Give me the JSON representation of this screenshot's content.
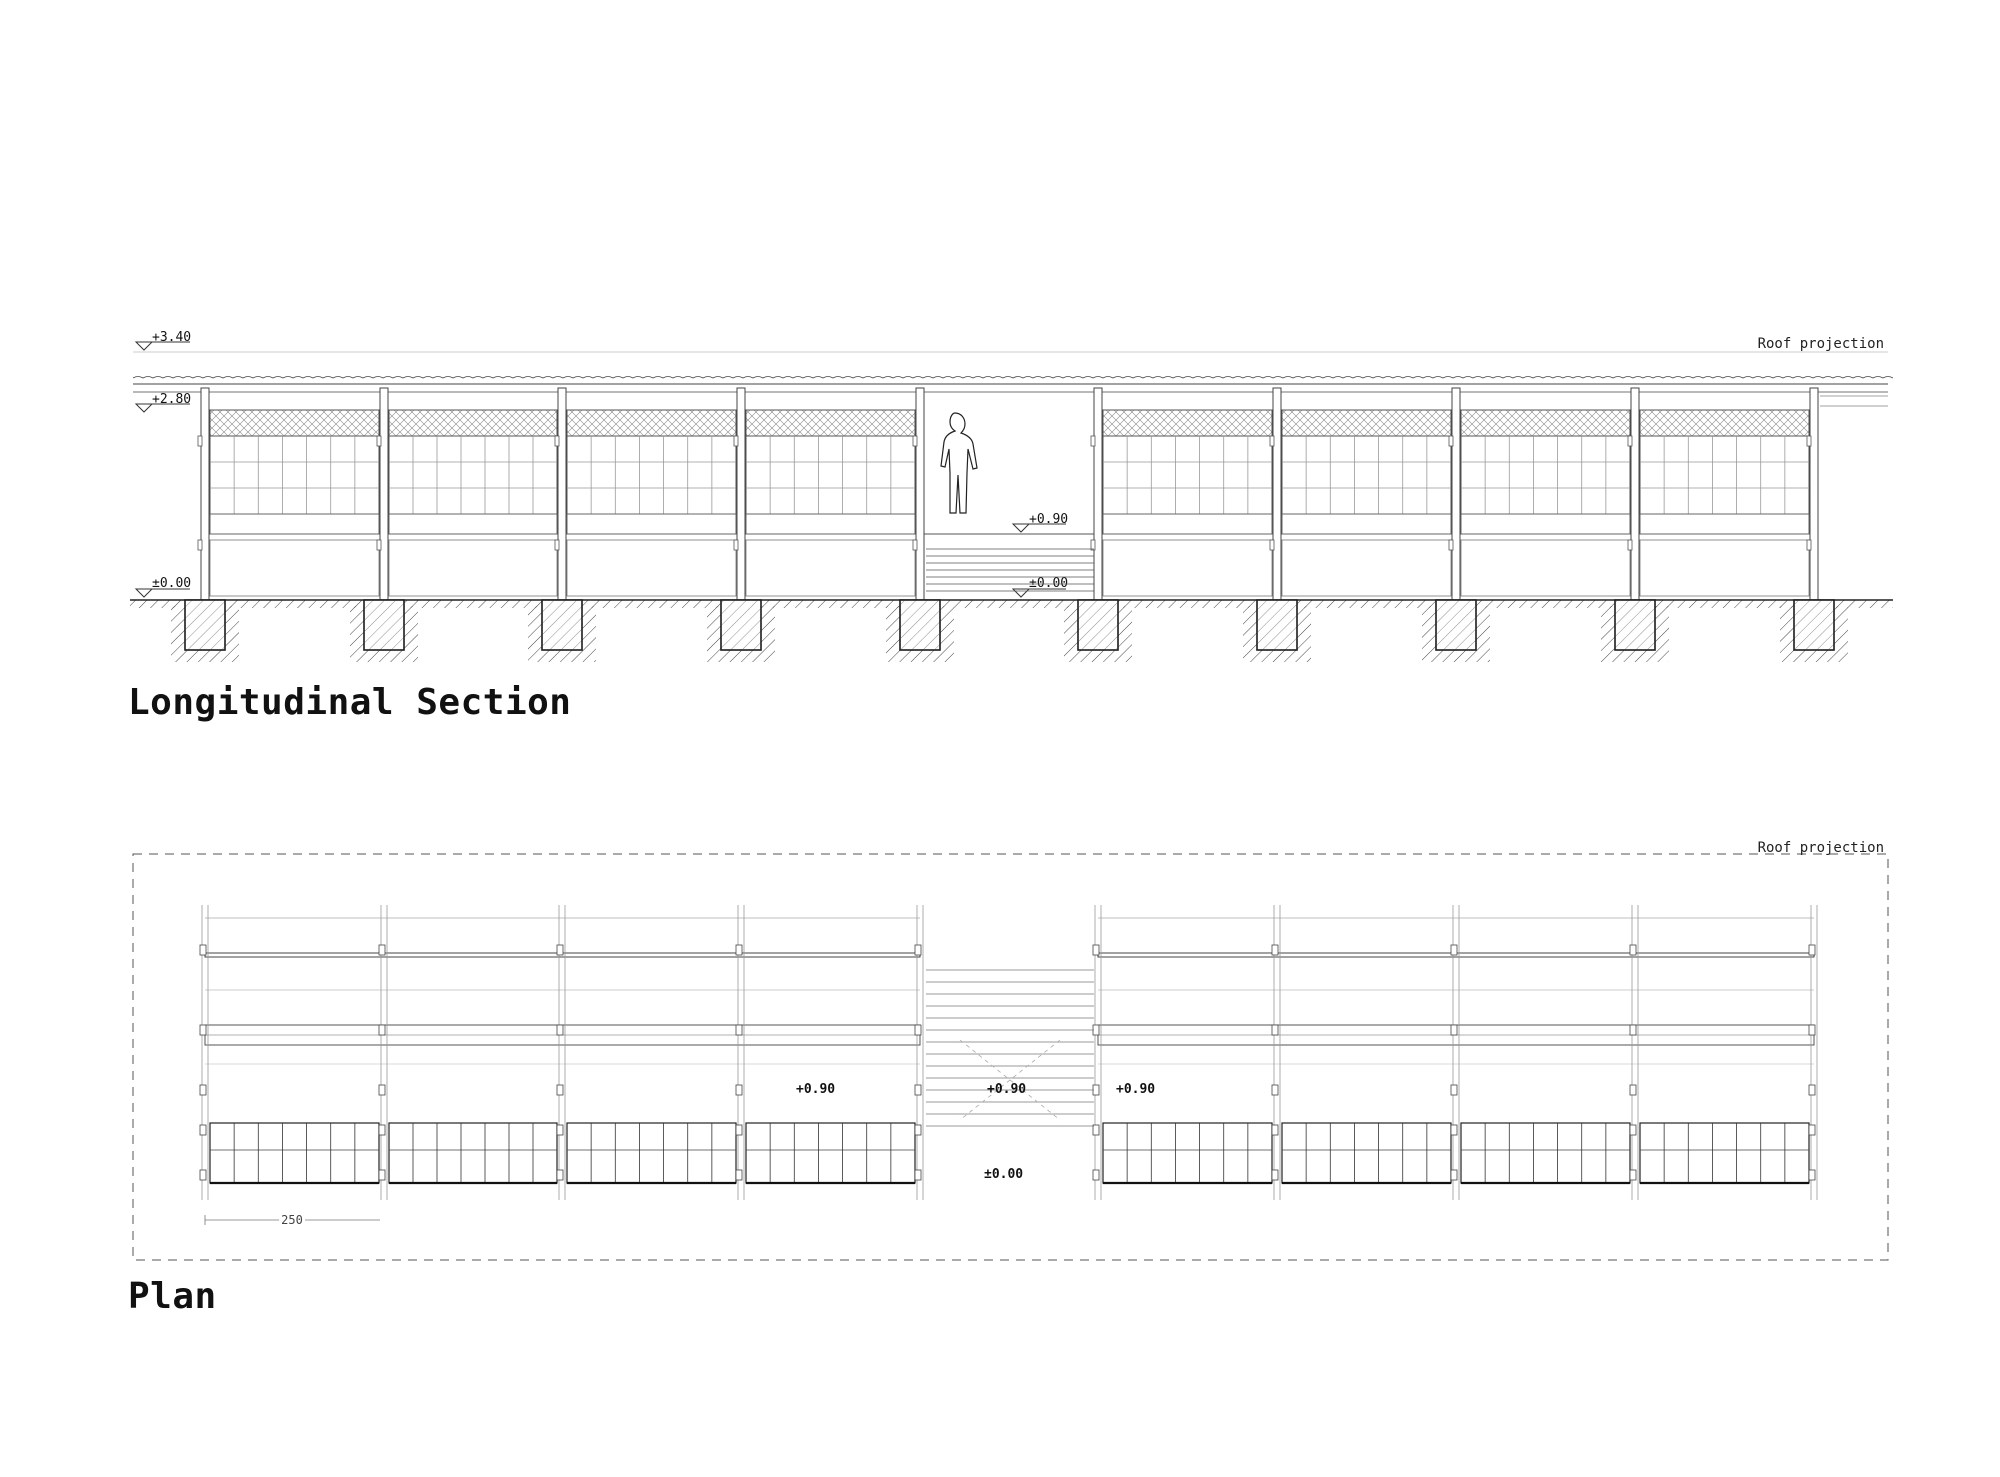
{
  "titles": {
    "section": "Longitudinal Section",
    "plan": "Plan"
  },
  "section": {
    "roof_note": "Roof projection",
    "levels": {
      "top": "+3.40",
      "eave": "+2.80",
      "ground_left": "±0.00",
      "deck": "+0.90",
      "ground_center": "±0.00"
    }
  },
  "plan": {
    "roof_note": "Roof projection",
    "levels": {
      "left_deck": "+0.90",
      "center_deck": "+0.90",
      "right_deck": "+0.90",
      "ground": "±0.00"
    },
    "dimension": "250"
  },
  "colors": {
    "line": "#333333",
    "light_line": "#9a9a9a",
    "hatch": "#555555"
  }
}
